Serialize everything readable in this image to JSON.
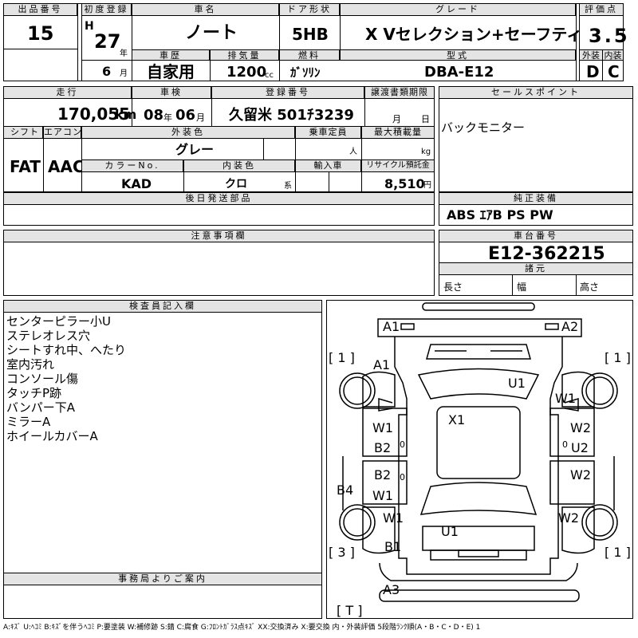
{
  "header": {
    "lot_label": "出品番号",
    "lot": "15",
    "first_reg_label": "初度登録",
    "era": "H",
    "year": "27",
    "year_unit": "年",
    "month": "6",
    "month_unit": "月",
    "name_label": "車名",
    "name": "ノート",
    "door_label": "ドア形状",
    "door": "5HB",
    "grade_label": "グレード",
    "grade": "X Vセレクション+セーフティ",
    "score_label": "評価点",
    "score": "3.5",
    "history_label": "車歴",
    "history": "自家用",
    "displacement_label": "排気量",
    "displacement": "1200",
    "displacement_unit": "cc",
    "fuel_label": "燃料",
    "fuel": "ｶﾞｿﾘﾝ",
    "model_label": "型式",
    "model": "DBA-E12",
    "exterior_label": "外装",
    "exterior": "D",
    "interior_label": "内装",
    "interior": "C"
  },
  "row2": {
    "mileage_label": "走行",
    "mileage": "170,055",
    "mileage_unit": "km",
    "inspection_label": "車検",
    "insp_year": "08",
    "insp_year_unit": "年",
    "insp_month": "06",
    "insp_month_unit": "月",
    "plate_label": "登録番号",
    "plate": "久留米 501ﾁ3239",
    "transfer_label": "譲渡書類期限",
    "transfer_month_unit": "月",
    "transfer_day_unit": "日",
    "sales_label": "セールスポイント",
    "sales_point": "バックモニター",
    "shift_label": "シフト",
    "shift": "FAT",
    "ac_label": "エアコン",
    "ac": "AAC",
    "color_label": "外装色",
    "color": "グレー",
    "capacity_label": "乗車定員",
    "capacity_unit": "人",
    "load_label": "最大積載量",
    "load_unit": "kg",
    "color_no_label": "カラーNo.",
    "color_no": "KAD",
    "int_color_label": "内装色",
    "int_color": "クロ",
    "int_color_unit": "系",
    "import_label": "輸入車",
    "recycle_label": "リサイクル預託金",
    "recycle": "8,510",
    "recycle_unit": "円"
  },
  "parts": {
    "later_parts_label": "後日発送部品",
    "equipment_label": "純正装備",
    "equipment": "ABS ｴｱB PS PW"
  },
  "notes": {
    "caution_label": "注意事項欄"
  },
  "chassis": {
    "chassis_label": "車台番号",
    "chassis_no": "E12-362215",
    "spec_label": "諸元",
    "length_label": "長さ",
    "width_label": "幅",
    "height_label": "高さ"
  },
  "inspector": {
    "label": "検査員記入欄",
    "lines": [
      "センターピラー小U",
      "ステレオレス穴",
      "シートすれ中、へたり",
      "室内汚れ",
      "コンソール傷",
      "タッチP跡",
      "バンパー下A",
      "ミラーA",
      "ホイールカバーA"
    ]
  },
  "office": {
    "label": "事務局よりご案内"
  },
  "diagram": {
    "labels": [
      "A1",
      "A2",
      "[ 1 ]",
      "[ 1 ]",
      "A1",
      "U1",
      "W1",
      "X1",
      "W1",
      "W2",
      "B2",
      "U2",
      "B2",
      "W2",
      "W1",
      "B4",
      "W1",
      "W2",
      "U1",
      "[ 3 ]",
      "[ 1 ]",
      "B1",
      "A3",
      "[ T ]"
    ],
    "small_marks": [
      "0",
      "0",
      "0"
    ]
  },
  "legend": "A:ｷｽﾞ U:ﾍｺﾐ B:ｷｽﾞを伴うﾍｺﾐ P:要塗装 W:補修跡 S:錆 C:腐食 G:ﾌﾛﾝﾄｶﾞﾗｽ点ｷｽﾞ XX:交換済み X:要交換 内・外装評価 5段階ﾗﾝｸ順(A・B・C・D・E) 1"
}
